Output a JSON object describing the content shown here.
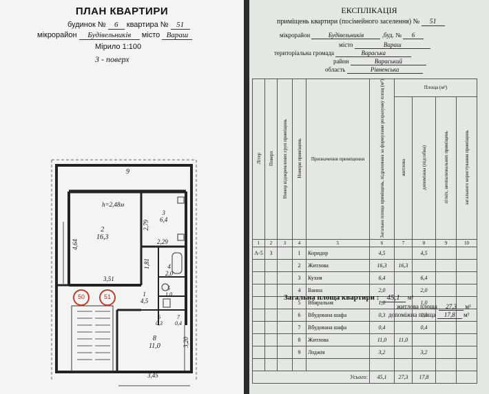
{
  "plan": {
    "title": "ПЛАН КВАРТИРИ",
    "building_label": "будинок №",
    "building_no": "6",
    "apartment_label": "квартира №",
    "apartment_no": "51",
    "district_label": "мікрорайон",
    "district": "Будівельників",
    "city_label": "місто",
    "city": "Вараш",
    "scale": "Мірило 1:100",
    "floor": "3 - поверх",
    "dims": {
      "balcony_len": "9",
      "ceiling": "h=2,48м",
      "d464": "4,64",
      "d279": "2,79",
      "d229": "2,29",
      "d181": "1,81",
      "d351": "3,51",
      "d320": "3,20",
      "d345": "3,45"
    },
    "rooms": [
      {
        "no": "2",
        "area": "16,3"
      },
      {
        "no": "3",
        "area": "6,4"
      },
      {
        "no": "4",
        "area": "2,0"
      },
      {
        "no": "1",
        "area": "4,5"
      },
      {
        "no": "5",
        "area": "1,0"
      },
      {
        "no": "6",
        "area": "0,3"
      },
      {
        "no": "7",
        "area": "0,4"
      },
      {
        "no": "8",
        "area": "11,0"
      }
    ],
    "neighbor_left": "50",
    "neighbor_right": "51"
  },
  "expl": {
    "title": "ЕКСПЛІКАЦІЯ",
    "subtitle": "приміщень квартири (посімейного заселення) №",
    "apt_no": "51",
    "district_label": "мікрорайон",
    "district": "Будівельників",
    "building_label": ",буд. №",
    "building_no": "6",
    "city_label": "місто",
    "city": "Вараш",
    "community_label": "територіальна громада",
    "community": "Вараська",
    "raion_label": "район",
    "raion": "Вараський",
    "oblast_label": "область",
    "oblast": "Рівненська",
    "headers": {
      "litera": "Літер",
      "poverkh": "Поверх",
      "group_no": "Номер відокремлених груп приміщень",
      "room_no": "Номери приміщень",
      "purpose": "Призначення приміщення",
      "total": "Загальна площа приміщень, підрахована за формулами розрахунку площ (м²)",
      "area_group": "Площа (м²)",
      "living": "житлова",
      "aux": "допоміжна (підсобна)",
      "summer": "літніх, неопалювальних приміщень",
      "common": "загального користування приміщень"
    },
    "col_numbers": [
      "1",
      "2",
      "3",
      "4",
      "5",
      "6",
      "7",
      "8",
      "9",
      "10"
    ],
    "rows": [
      {
        "litera": "А-5",
        "floor": "3",
        "no": "1",
        "name": "Коридор",
        "total": "4,5",
        "living": "",
        "aux": "4,5"
      },
      {
        "litera": "",
        "floor": "",
        "no": "2",
        "name": "Житлова",
        "total": "16,3",
        "living": "16,3",
        "aux": ""
      },
      {
        "litera": "",
        "floor": "",
        "no": "3",
        "name": "Кухня",
        "total": "6,4",
        "living": "",
        "aux": "6,4"
      },
      {
        "litera": "",
        "floor": "",
        "no": "4",
        "name": "Ванна",
        "total": "2,0",
        "living": "",
        "aux": "2,0"
      },
      {
        "litera": "",
        "floor": "",
        "no": "5",
        "name": "Вбиральня",
        "total": "1,0",
        "living": "",
        "aux": "1,0"
      },
      {
        "litera": "",
        "floor": "",
        "no": "6",
        "name": "Вбудована шафа",
        "total": "0,3",
        "living": "",
        "aux": "0,3"
      },
      {
        "litera": "",
        "floor": "",
        "no": "7",
        "name": "Вбудована шафа",
        "total": "0,4",
        "living": "",
        "aux": "0,4"
      },
      {
        "litera": "",
        "floor": "",
        "no": "8",
        "name": "Житлова",
        "total": "11,0",
        "living": "11,0",
        "aux": ""
      },
      {
        "litera": "",
        "floor": "",
        "no": "9",
        "name": "Лоджія",
        "total": "3,2",
        "living": "",
        "aux": "3,2"
      }
    ],
    "totals": {
      "label": "Усього:",
      "total": "45,1",
      "living": "27,3",
      "aux": "17,8"
    },
    "summary": {
      "total_label": "Загальна площа квартири :",
      "total_value": "45,1",
      "unit": "м²",
      "living_label": "житлова площа",
      "living_value": "27,3",
      "aux_label": "допоміжна площа",
      "aux_value": "17,8"
    }
  }
}
